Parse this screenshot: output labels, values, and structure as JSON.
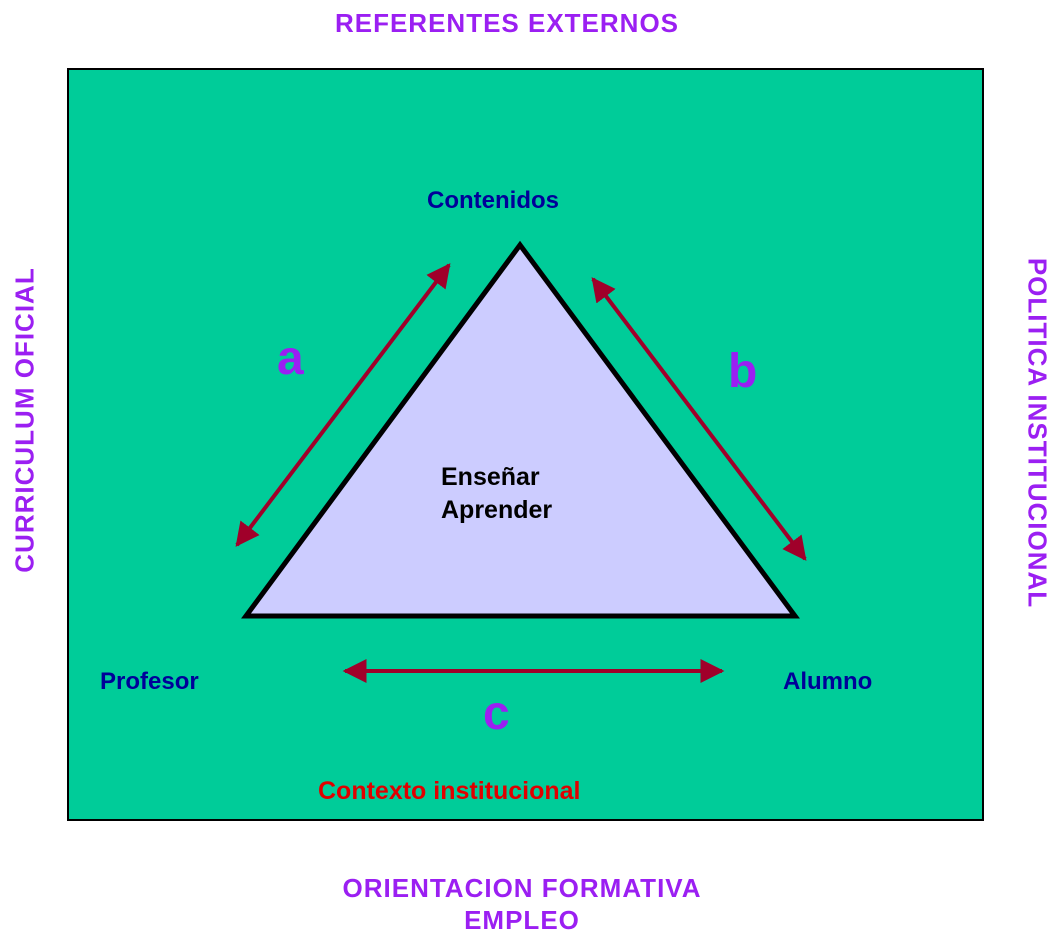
{
  "external": {
    "top": "REFERENTES EXTERNOS",
    "left": "CURRICULUM OFICIAL",
    "right": "POLITICA INSTITUCIONAL",
    "bottom_line1": "ORIENTACION FORMATIVA",
    "bottom_line2": "EMPLEO"
  },
  "triangle": {
    "top_vertex": "Contenidos",
    "left_vertex": "Profesor",
    "right_vertex": "Alumno",
    "center_line1": "Enseñar",
    "center_line2": "Aprender"
  },
  "relations": {
    "a": "a",
    "b": "b",
    "c": "c"
  },
  "context": "Contexto institucional",
  "colors": {
    "panel": "#00cc99",
    "triangle_fill": "#ccccff",
    "arrow": "#a0002a",
    "outer_text": "#9b1ff2",
    "vertex_text": "#000099",
    "context_text": "#e00000"
  }
}
